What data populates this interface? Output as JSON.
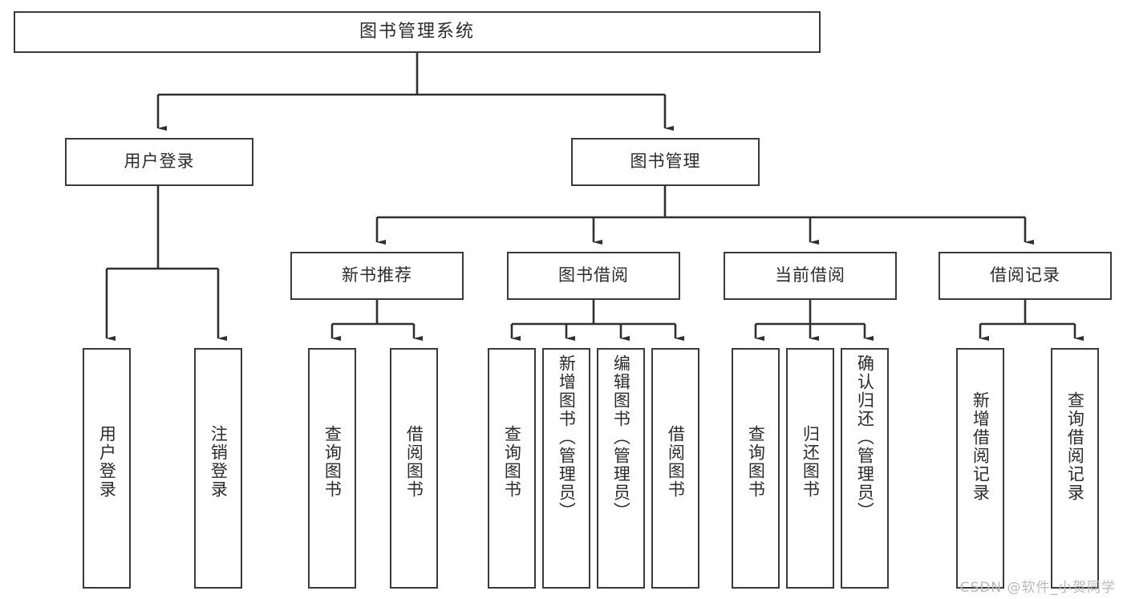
{
  "diagram": {
    "title": "图书管理系统",
    "type": "tree",
    "watermark": "CSDN @软件_小贺同学",
    "colors": {
      "box_border": "#3a3a3a",
      "box_fill": "#ffffff",
      "line": "#2f2f2f",
      "text": "#2b2b2b",
      "watermark": "#b9b9b9"
    },
    "root": {
      "label": "图书管理系统"
    },
    "level2": [
      {
        "id": "user-login",
        "label": "用户登录"
      },
      {
        "id": "book-manage",
        "label": "图书管理"
      }
    ],
    "level3": [
      {
        "id": "new-book-recommend",
        "label": "新书推荐"
      },
      {
        "id": "book-borrow",
        "label": "图书借阅"
      },
      {
        "id": "current-borrow",
        "label": "当前借阅"
      },
      {
        "id": "borrow-record",
        "label": "借阅记录"
      }
    ],
    "leaves": {
      "user_login": [
        {
          "id": "leaf-user-login",
          "label": "用户登录"
        },
        {
          "id": "leaf-logout-login",
          "label": "注销登录"
        }
      ],
      "new_book_recommend": [
        {
          "id": "leaf-query-book-1",
          "label": "查询图书"
        },
        {
          "id": "leaf-borrow-book-1",
          "label": "借阅图书"
        }
      ],
      "book_borrow": [
        {
          "id": "leaf-query-book-2",
          "label": "查询图书"
        },
        {
          "id": "leaf-add-book",
          "label": "新增图书（管理员）"
        },
        {
          "id": "leaf-edit-book",
          "label": "编辑图书（管理员）"
        },
        {
          "id": "leaf-borrow-book-2",
          "label": "借阅图书"
        }
      ],
      "current_borrow": [
        {
          "id": "leaf-query-book-3",
          "label": "查询图书"
        },
        {
          "id": "leaf-return-book",
          "label": "归还图书"
        },
        {
          "id": "leaf-confirm-return",
          "label": "确认归还（管理员）"
        }
      ],
      "borrow_record": [
        {
          "id": "leaf-add-record",
          "label": "新增借阅记录"
        },
        {
          "id": "leaf-query-record",
          "label": "查询借阅记录"
        }
      ]
    }
  }
}
